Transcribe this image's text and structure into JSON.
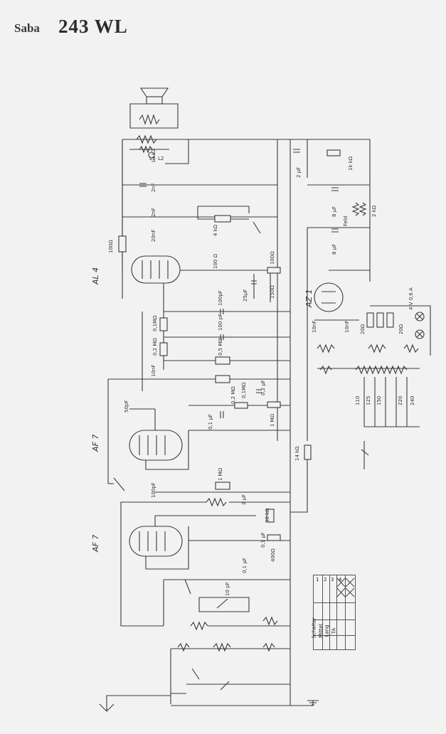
{
  "header": {
    "brand": "Saba",
    "model": "243 WL"
  },
  "tubes": [
    {
      "id": "al4",
      "label": "AL 4"
    },
    {
      "id": "af7a",
      "label": "AF 7"
    },
    {
      "id": "af7b",
      "label": "AF 7"
    },
    {
      "id": "az1",
      "label": "AZ 1"
    }
  ],
  "components": {
    "r_100": "100Ω",
    "c_2nf_a": "2nF",
    "c_2nf_b": "2nF",
    "c_20nf": "20nF",
    "r_4k": "4 kΩ",
    "r_100_b": "100 Ω",
    "r_100_c": "100Ω",
    "r_150": "150Ω",
    "c_25uf": "25μF",
    "c_100pf": "100pF",
    "r_01m": "0,1MΩ",
    "c_100pf_b": "100 pF",
    "r_02m": "0,2 MΩ",
    "r_05m": "0,5 MΩ",
    "c_10nf": "10nF",
    "c_01uf_a": "0,1 μF",
    "r_02m_b": "0,2 MΩ",
    "c_02uf": "0,2 μF",
    "r_01m_b": "0,1MΩ",
    "r_1m": "1 MΩ",
    "c_50pf": "50pF",
    "c_100pf_c": "100pF",
    "r_1m_b": "1 MΩ",
    "c_2uf": "2 μF",
    "r_30k": "30 kΩ",
    "c_01uf_b": "0,1 μF",
    "r_400": "400Ω",
    "c_01uf_c": "0,1 μF",
    "c_10pf": "10 pF",
    "r_14k": "14 kΩ",
    "c_2uf_b": "2 μF",
    "r_1k": "1k kΩ",
    "c_8uf_a": "8 μF",
    "c_8uf_b": "8 μF",
    "r_2k": "2 kΩ",
    "feld": "Feld",
    "c_10nf_b": "10nF",
    "c_10nf_c": "10nF",
    "r_20_a": "20Ω",
    "r_20_b": "20Ω",
    "lamp": "4 V 0,6 A",
    "l1": "L1",
    "l2": "L2",
    "l1l2": "L1 L2"
  },
  "voltages": [
    "110",
    "125",
    "150",
    "220",
    "240"
  ],
  "switch_table": {
    "header": "Schalter",
    "rows": [
      "Mittel",
      "Lang",
      "TA"
    ],
    "cols": [
      "1",
      "2",
      "3",
      "4"
    ]
  }
}
